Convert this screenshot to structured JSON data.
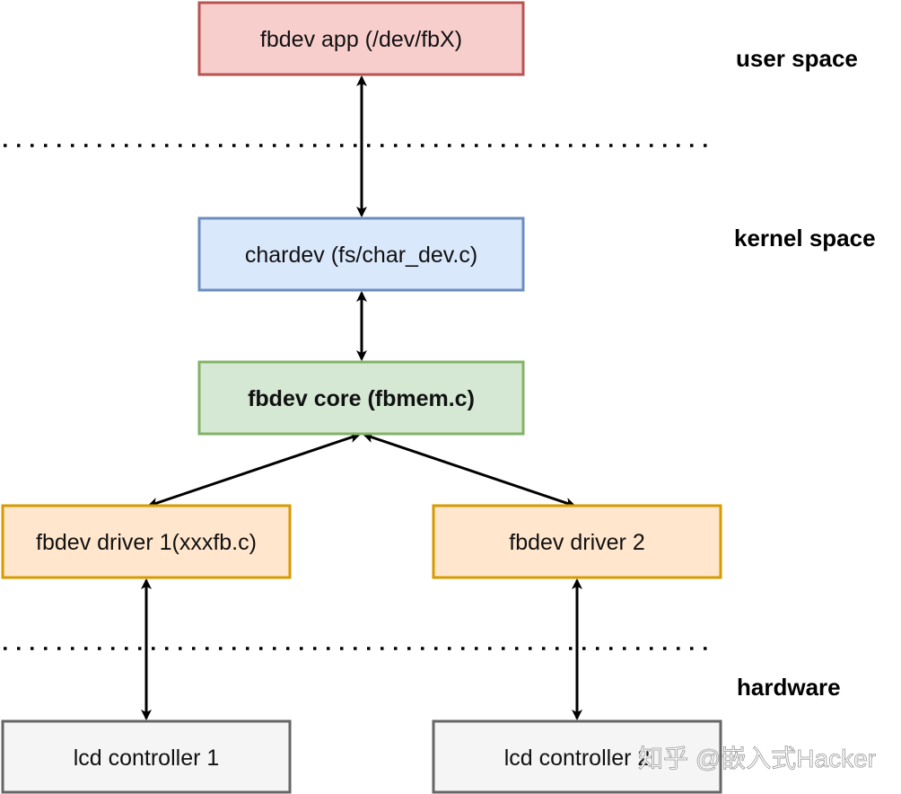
{
  "boxes": [
    {
      "id": "app",
      "label": "fbdev app (/dev/fbX)",
      "fill": "#f8cecc",
      "stroke": "#b85450",
      "bold": false
    },
    {
      "id": "chardev",
      "label": "chardev (fs/char_dev.c)",
      "fill": "#dae8fc",
      "stroke": "#6c8ebf",
      "bold": false
    },
    {
      "id": "core",
      "label": "fbdev core (fbmem.c)",
      "fill": "#d5e8d4",
      "stroke": "#82b366",
      "bold": true
    },
    {
      "id": "driver1",
      "label": "fbdev driver 1(xxxfb.c)",
      "fill": "#ffe6cc",
      "stroke": "#d79b00",
      "bold": false
    },
    {
      "id": "driver2",
      "label": "fbdev driver 2",
      "fill": "#ffe6cc",
      "stroke": "#d79b00",
      "bold": false
    },
    {
      "id": "lcd1",
      "label": "lcd controller 1",
      "fill": "#f5f5f5",
      "stroke": "#666666",
      "bold": false
    },
    {
      "id": "lcd2",
      "label": "lcd controller 2",
      "fill": "#f5f5f5",
      "stroke": "#666666",
      "bold": false
    }
  ],
  "layers": {
    "user": "user space",
    "kernel": "kernel space",
    "hardware": "hardware"
  },
  "connections": [
    {
      "from": "app",
      "to": "chardev",
      "type": "bidirectional"
    },
    {
      "from": "chardev",
      "to": "core",
      "type": "bidirectional"
    },
    {
      "from": "core",
      "to": "driver1",
      "type": "bidirectional"
    },
    {
      "from": "core",
      "to": "driver2",
      "type": "bidirectional"
    },
    {
      "from": "driver1",
      "to": "lcd1",
      "type": "bidirectional"
    },
    {
      "from": "driver2",
      "to": "lcd2",
      "type": "bidirectional"
    }
  ],
  "watermark": "知乎 @嵌入式Hacker"
}
